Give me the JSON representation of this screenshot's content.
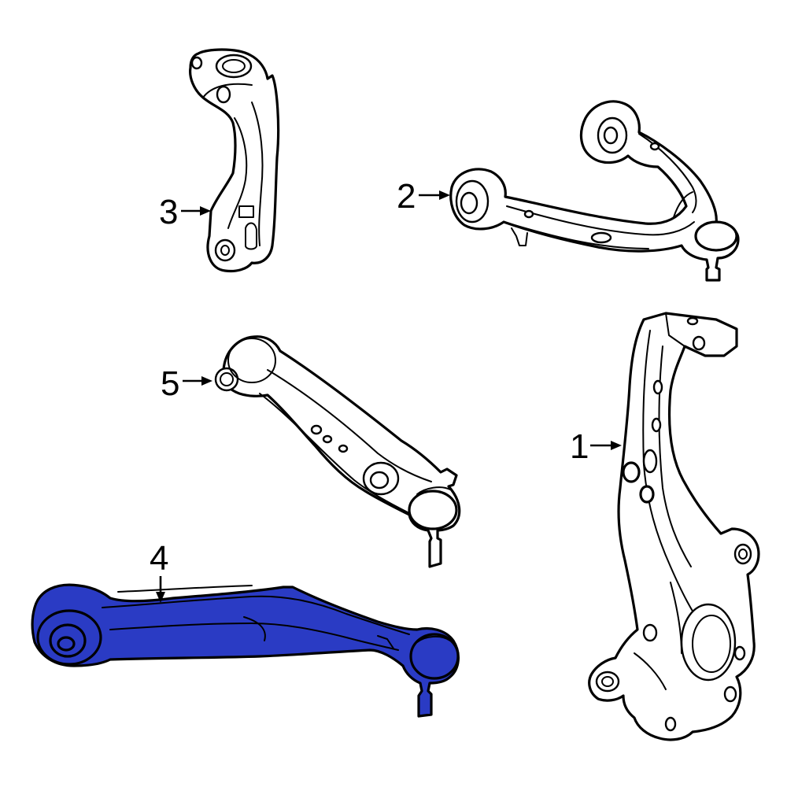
{
  "callouts": [
    {
      "id": "1",
      "label": "1"
    },
    {
      "id": "2",
      "label": "2"
    },
    {
      "id": "3",
      "label": "3"
    },
    {
      "id": "4",
      "label": "4"
    },
    {
      "id": "5",
      "label": "5"
    }
  ],
  "colors": {
    "highlight": "#2a3bc4",
    "line": "#000000",
    "background": "#ffffff"
  }
}
